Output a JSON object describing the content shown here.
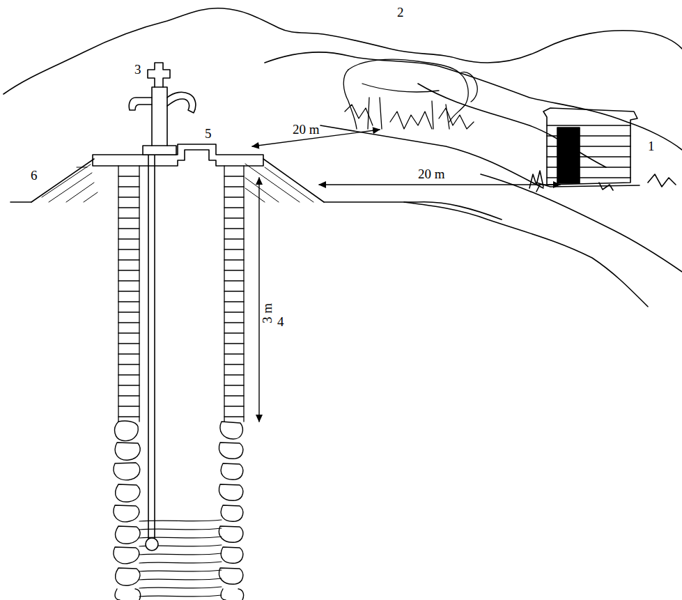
{
  "diagram": {
    "labels": [
      "2",
      "3",
      "5",
      "20 m",
      "1",
      "20 m",
      "6",
      "3 m",
      "4"
    ]
  }
}
